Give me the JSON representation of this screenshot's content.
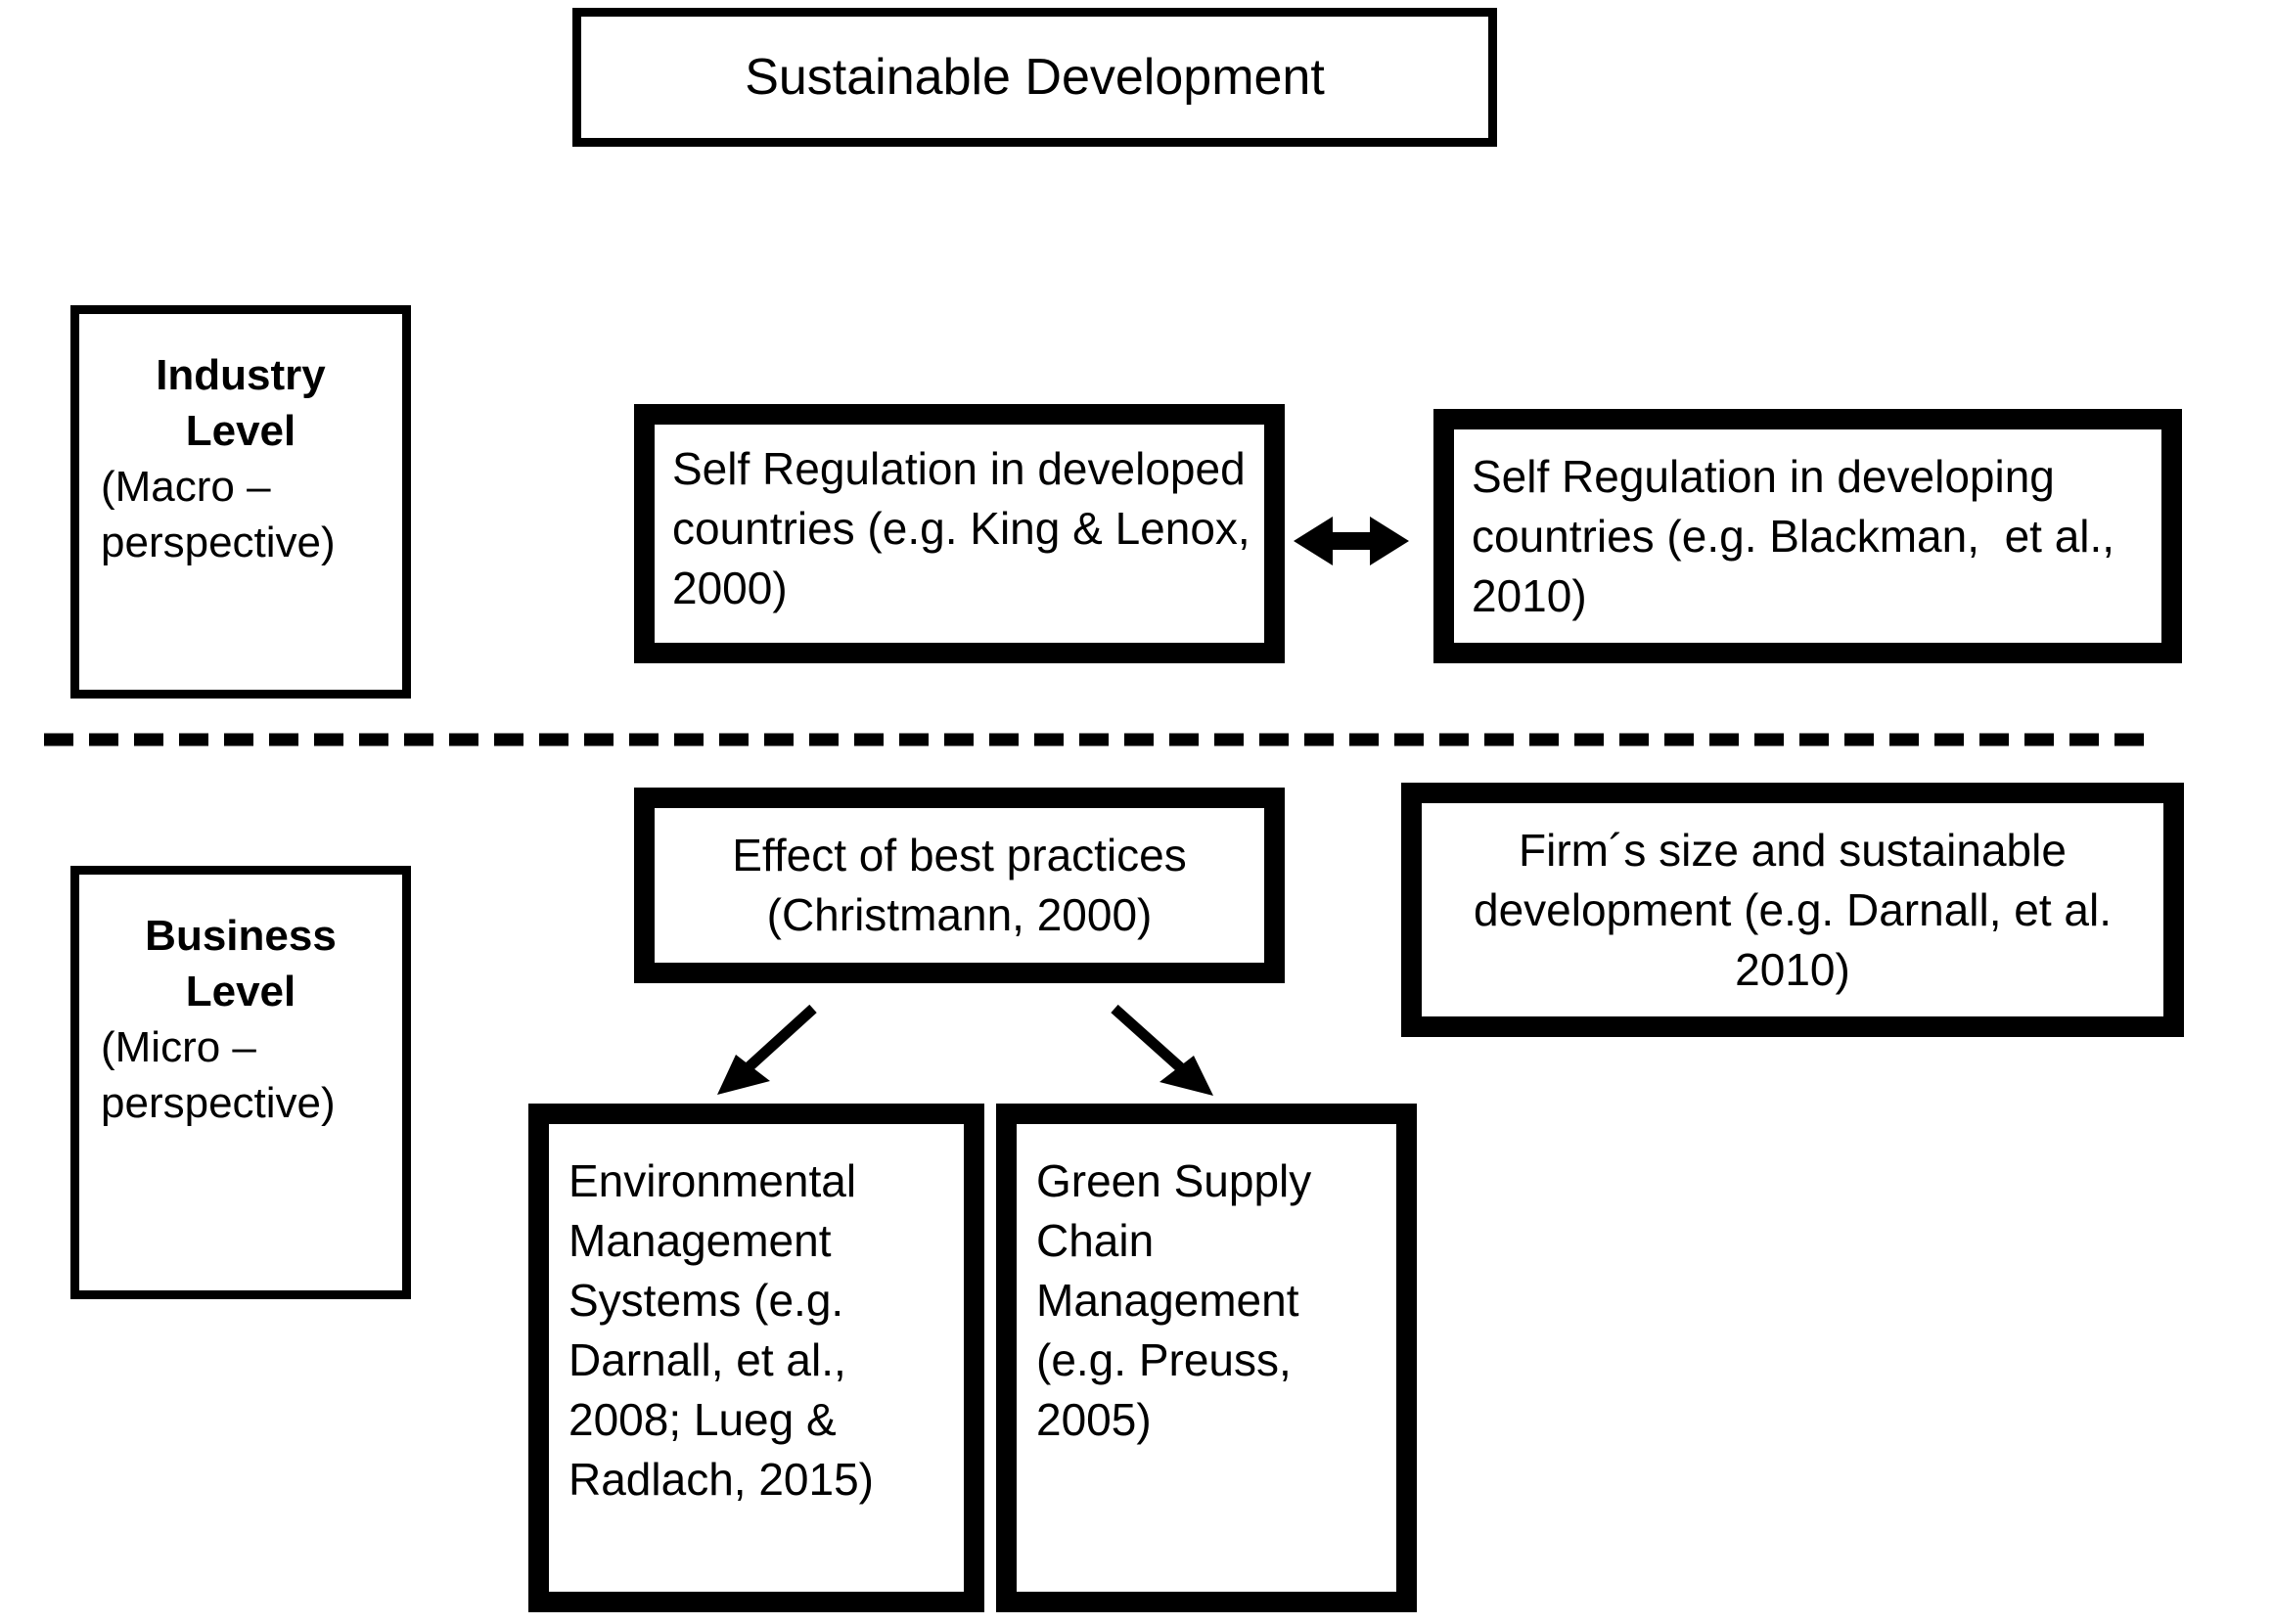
{
  "diagram": {
    "title_box": {
      "label": "Sustainable Development"
    },
    "levels": [
      {
        "id": "industry",
        "title": "Industry\nLevel",
        "subtitle": "(Macro –\nperspective)"
      },
      {
        "id": "business",
        "title": "Business\nLevel",
        "subtitle": "(Micro –\nperspective)"
      }
    ],
    "nodes": {
      "self_regulation_developed": "Self Regulation in developed countries (e.g. King & Lenox, 2000)",
      "self_regulation_developing": "Self Regulation in developing countries (e.g. Blackman,  et al., 2010)",
      "effect_of_best_practices": "Effect of best practices (Christmann, 2000)",
      "firm_size": "Firm´s size and sustainable development (e.g. Darnall, et al. 2010)",
      "environmental_management_systems": "Environmental Management Systems (e.g. Darnall, et al., 2008; Lueg & Radlach, 2015)",
      "green_supply_chain_management": "Green Supply Chain Management (e.g. Preuss, 2005)"
    },
    "connectors": [
      {
        "name": "bidirectional-arrow-industry",
        "type": "double-headed-arrow",
        "from": "self_regulation_developed",
        "to": "self_regulation_developing"
      },
      {
        "name": "arrow-best-practices-to-ems",
        "type": "arrow",
        "from": "effect_of_best_practices",
        "to": "environmental_management_systems"
      },
      {
        "name": "arrow-best-practices-to-gscm",
        "type": "arrow",
        "from": "effect_of_best_practices",
        "to": "green_supply_chain_management"
      }
    ],
    "divider": {
      "name": "macro-micro-divider",
      "style": "dashed"
    },
    "colors": {
      "stroke": "#000000",
      "background": "#ffffff",
      "text": "#000000"
    }
  }
}
